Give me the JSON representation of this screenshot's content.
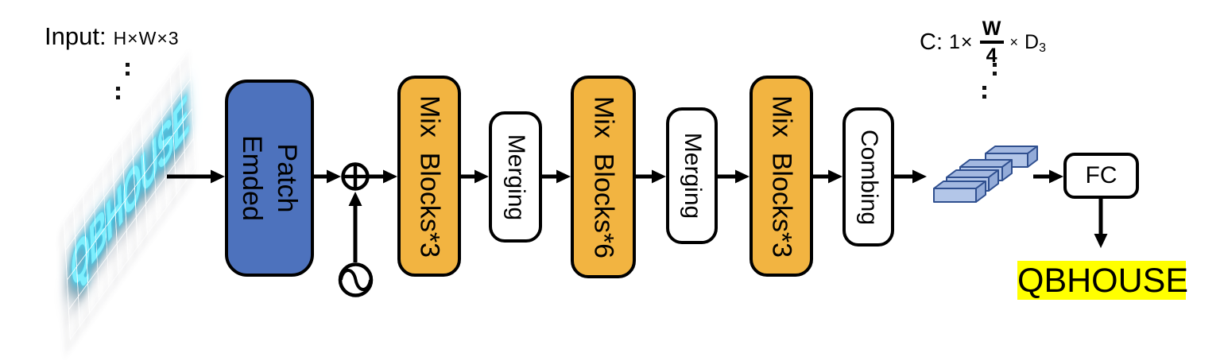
{
  "input": {
    "label": "Input:",
    "dims": "H×W×3",
    "sign_text": "QBHOUSE"
  },
  "pipeline": {
    "patch_embed": {
      "line1": "Patch",
      "line2": "Emded"
    },
    "mix1": "Mix  Blocks*3",
    "merging1": "Merging",
    "mix2": "Mix  Blocks*6",
    "merging2": "Merging",
    "mix3": "Mix  Blocks*3",
    "combing": "Combing",
    "fc": "FC"
  },
  "output_dims": {
    "prefix": "C:",
    "factor": "1×",
    "numerator": "W",
    "denominator": "4",
    "times": "×",
    "dim": "D",
    "dim_subscript": "3"
  },
  "output": {
    "text": "QBHOUSE"
  },
  "icons": {
    "add": "circled-plus",
    "positional_encoding": "sine-wave-circle",
    "features": "stacked-3d-blocks",
    "ellipsis": "diagonal-dots"
  },
  "colors": {
    "patch_embed": "#4d72bd",
    "mix_blocks": "#f2b441",
    "plain_box": "#ffffff",
    "border": "#000000",
    "output_highlight": "#ffff00",
    "sign_text": "#7deefd",
    "feature_front": "#b3c6e8",
    "feature_top": "#a3b8e0",
    "feature_side": "#93abd8",
    "feature_border": "#2f4f8f"
  }
}
